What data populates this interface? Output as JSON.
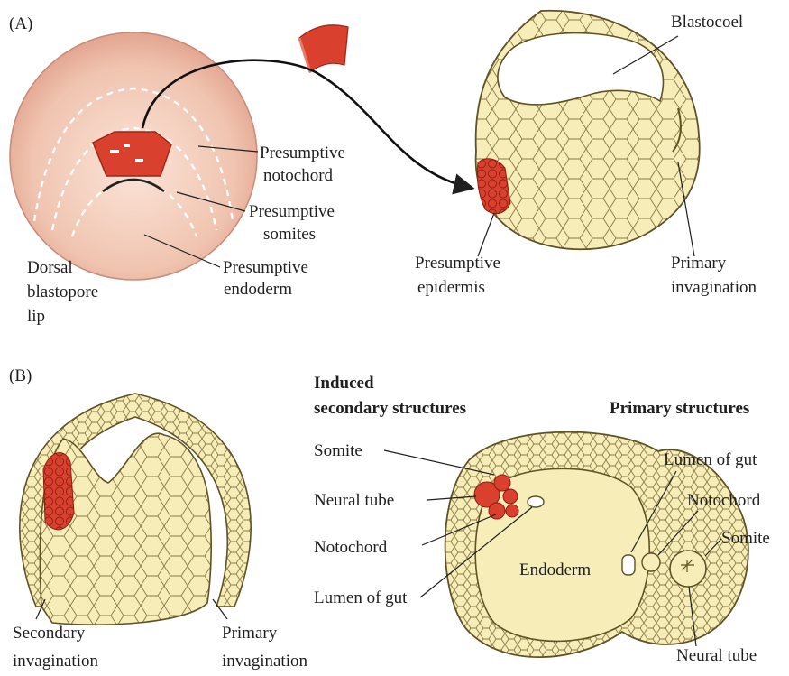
{
  "panel_a": {
    "tag": "(A)",
    "labels": {
      "presumptive_notochord": [
        "Presumptive",
        "notochord"
      ],
      "presumptive_somites": [
        "Presumptive",
        "somites"
      ],
      "presumptive_endoderm": [
        "Presumptive",
        "endoderm"
      ],
      "dorsal_blastopore_lip": [
        "Dorsal",
        "blastopore",
        "lip"
      ],
      "blastocoel": "Blastocoel",
      "presumptive_epidermis": [
        "Presumptive",
        "epidermis"
      ],
      "primary_invagination": [
        "Primary",
        "invagination"
      ]
    }
  },
  "panel_b": {
    "tag": "(B)",
    "labels": {
      "secondary_invagination": [
        "Secondary",
        "invagination"
      ],
      "primary_invagination": [
        "Primary",
        "invagination"
      ]
    },
    "section": {
      "induced_heading": [
        "Induced",
        "secondary structures"
      ],
      "primary_heading": "Primary structures",
      "left": {
        "somite": "Somite",
        "neural_tube": "Neural tube",
        "notochord": "Notochord",
        "lumen_of_gut": "Lumen of gut"
      },
      "center": {
        "endoderm": "Endoderm"
      },
      "right": {
        "lumen_of_gut": "Lumen of gut",
        "notochord": "Notochord",
        "somite": "Somite",
        "neural_tube": "Neural tube"
      }
    }
  },
  "colors": {
    "tissue": "#f6edb8",
    "tissue_dark": "#8a7a45",
    "graft_red": "#d9402e",
    "embryo_pink": "#f2c9b6"
  }
}
